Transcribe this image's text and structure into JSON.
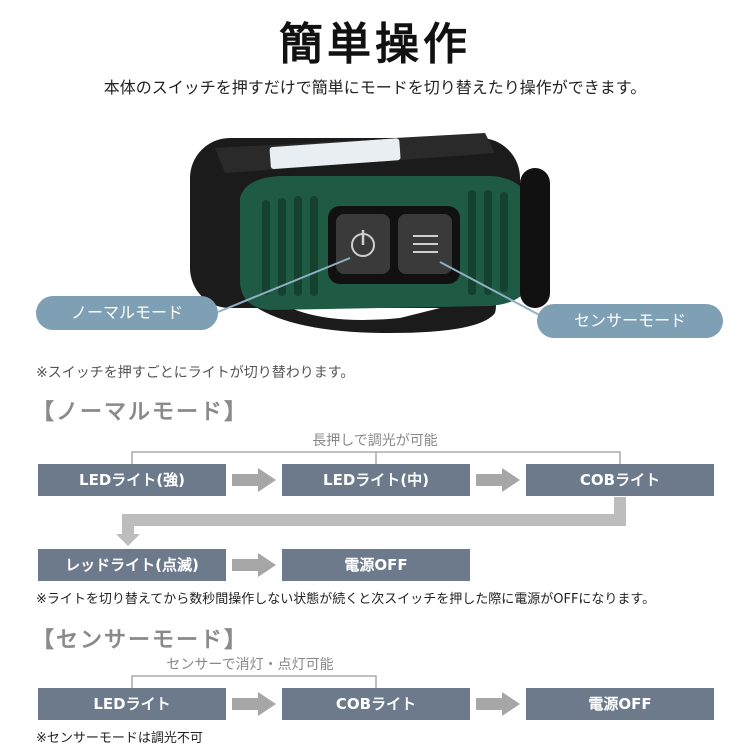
{
  "title": "簡単操作",
  "subtitle": "本体のスイッチを押すだけで簡単にモードを切り替えたり操作ができます。",
  "callouts": {
    "left": "ノーマルモード",
    "right": "センサーモード"
  },
  "note_switch": "※スイッチを押すごとにライトが切り替わります。",
  "normal_mode": {
    "heading": "【ノーマルモード】",
    "hint": "長押しで調光が可能",
    "steps_row1": [
      "LEDライト(強)",
      "LEDライト(中)",
      "COBライト"
    ],
    "steps_row2": [
      "レッドライト(点滅)",
      "電源OFF"
    ],
    "note": "※ライトを切り替えてから数秒間操作しない状態が続くと次スイッチを押した際に電源がOFFになります。"
  },
  "sensor_mode": {
    "heading": "【センサーモード】",
    "hint": "センサーで消灯・点灯可能",
    "steps": [
      "LEDライト",
      "COBライト",
      "電源OFF"
    ],
    "note": "※センサーモードは調光不可"
  },
  "colors": {
    "box": "#6d7a8c",
    "callout": "#7f9fb4",
    "arrow": "#a6a6a6",
    "device_green": "#1f5a44",
    "device_black": "#1b1b1b"
  }
}
